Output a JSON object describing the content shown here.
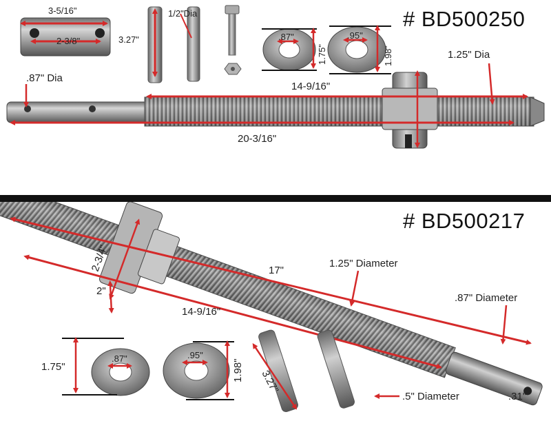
{
  "panels": [
    {
      "part_number": "# BD500250",
      "labels": {
        "collar_length": "3-5/16\"",
        "hole_spacing": "2-3/8\"",
        "pin_length": "3.27\"",
        "pin_dia": "1/2\"Dia",
        "washer1_id": ".87\"",
        "washer1_od": "1.75\"",
        "washer2_id": ".95\"",
        "washer2_od": "1.98\"",
        "thread_length": "14-9/16\"",
        "thread_dia": "1.25\" Dia",
        "shaft_dia": ".87\" Dia",
        "overall_length": "20-3/16\""
      }
    },
    {
      "part_number": "# BD500217",
      "labels": {
        "nut_width": "2-3/4\"",
        "nut_thickness": "2\"",
        "overall_length": "17\"",
        "thread_dia": "1.25\" Diameter",
        "thread_length": "14-9/16\"",
        "shaft_dia": ".87\" Diameter",
        "washer1_od": "1.75\"",
        "washer1_id": ".87\"",
        "washer2_id": ".95\"",
        "washer2_od": "1.98\"",
        "pin_length": "3.27\"",
        "pin_dia": ".5\" Diameter",
        "hole_dia": ".31\""
      }
    }
  ],
  "colors": {
    "dimension_arrow": "#d42a2a",
    "steel": "#9a9a9a",
    "divider": "#111111"
  }
}
